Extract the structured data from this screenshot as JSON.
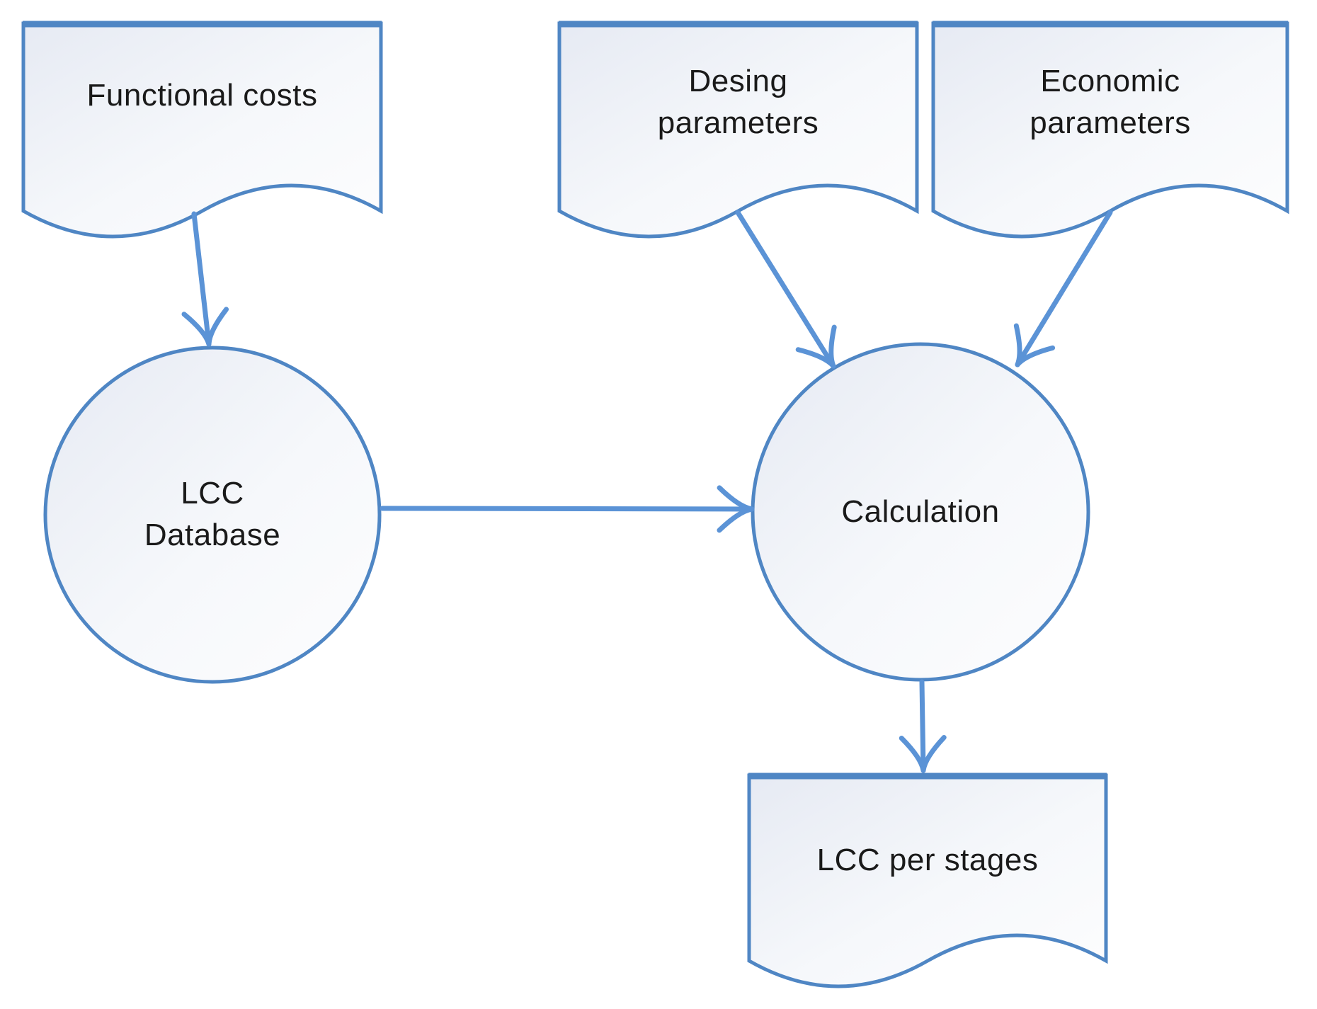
{
  "diagram": {
    "background_color": "#ffffff",
    "colors": {
      "shape_stroke": "#4f86c4",
      "arrow": "#5b93d6",
      "shape_fill_dark": "#e6eaf3",
      "shape_fill_mid": "#f6f8fb",
      "shape_fill_light": "#fdfdfe",
      "text": "#1a1a1a"
    },
    "nodes": [
      {
        "id": "functional-costs",
        "type": "document",
        "label": "Functional costs"
      },
      {
        "id": "desing-parameters",
        "type": "document",
        "label": "Desing\nparameters"
      },
      {
        "id": "economic-parameters",
        "type": "document",
        "label": "Economic\nparameters"
      },
      {
        "id": "lcc-database",
        "type": "process-circle",
        "label": "LCC\nDatabase"
      },
      {
        "id": "calculation",
        "type": "process-circle",
        "label": "Calculation"
      },
      {
        "id": "lcc-per-stages",
        "type": "document",
        "label": "LCC per stages"
      }
    ],
    "edges": [
      {
        "from": "functional-costs",
        "to": "lcc-database"
      },
      {
        "from": "desing-parameters",
        "to": "calculation"
      },
      {
        "from": "economic-parameters",
        "to": "calculation"
      },
      {
        "from": "lcc-database",
        "to": "calculation"
      },
      {
        "from": "calculation",
        "to": "lcc-per-stages"
      }
    ]
  }
}
